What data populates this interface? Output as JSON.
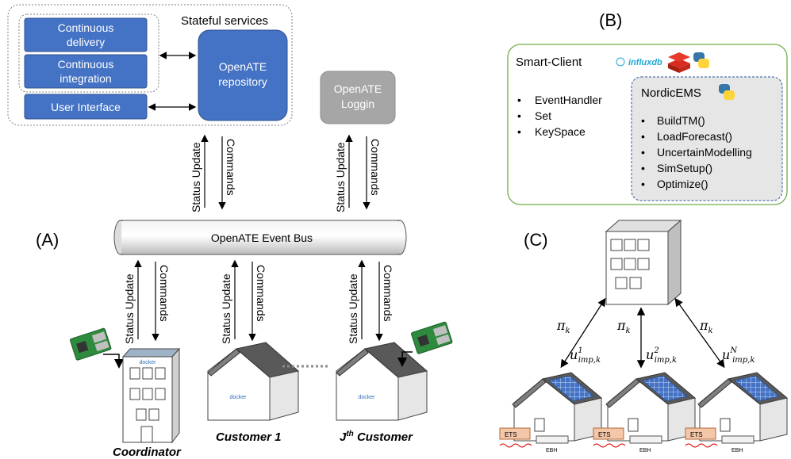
{
  "panelA": {
    "label": "(A)",
    "stateful_title": "Stateful services",
    "continuous_delivery": [
      "Continuous",
      "delivery"
    ],
    "continuous_integration": [
      "Continuous",
      "integration"
    ],
    "user_interface": "User Interface",
    "repository": [
      "OpenATE",
      "repository"
    ],
    "logging": [
      "OpenATE",
      "Loggin"
    ],
    "event_bus": "OpenATE Event Bus",
    "status_update": "Status Update",
    "commands": "Commands",
    "coordinator": "Coordinator",
    "customer1": "Customer 1",
    "jth_customer_sup": "th",
    "jth_customer_j": "J",
    "jth_customer_rest": " Customer",
    "docker": "docker"
  },
  "panelB": {
    "label": "(B)",
    "smart_client": "Smart-Client",
    "influx_logo": "influxdb",
    "client_items": [
      "EventHandler",
      "Set",
      "KeySpace"
    ],
    "nordic_title": "NordicEMS",
    "nordic_items": [
      "BuildTM()",
      "LoadForecast()",
      "UncertainModelling",
      "SimSetup()",
      "Optimize()"
    ]
  },
  "panelC": {
    "label": "(C)",
    "pi": "π",
    "pi_sub": "k",
    "u": "u",
    "u_sub": "imp,k",
    "u_sups": [
      "1",
      "2",
      "N"
    ],
    "ets": "ETS",
    "ebh": "EBH"
  },
  "colors": {
    "box_blue": "#4472c4",
    "box_grey": "#a6a6a6",
    "green_border": "#70ad47",
    "nordic_fill": "#e7e6e6",
    "nordic_border": "#2f5597"
  }
}
